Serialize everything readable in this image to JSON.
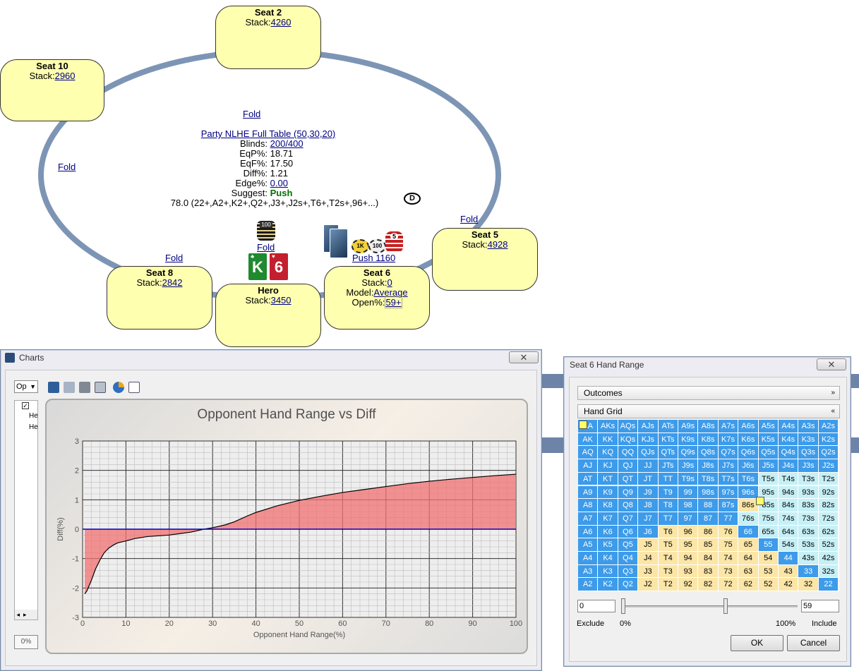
{
  "table": {
    "seats": [
      {
        "name": "Seat 2",
        "stack_label": "Stack:",
        "stack": "4260"
      },
      {
        "name": "Seat 10",
        "stack_label": "Stack:",
        "stack": "2960"
      },
      {
        "name": "Seat 5",
        "stack_label": "Stack:",
        "stack": "4928"
      },
      {
        "name": "Seat 8",
        "stack_label": "Stack:",
        "stack": "2842"
      },
      {
        "name": "Hero",
        "stack_label": "Stack:",
        "stack": "3450"
      },
      {
        "name": "Seat 6",
        "stack_label": "Stack:",
        "stack": "0",
        "model_label": "Model:",
        "model": "Average",
        "open_label": "Open%:",
        "open": "59+"
      }
    ],
    "actions": {
      "top": "Fold",
      "left": "Fold",
      "seat5": "Fold",
      "seat8": "Fold",
      "hero": "Fold",
      "seat6": "Push 1160"
    },
    "info": {
      "title": "Party NLHE Full Table (50,30,20)",
      "blinds_label": "Blinds:",
      "blinds": "200/400",
      "eqp_label": "EqP%:",
      "eqp": "18.71",
      "eqf_label": "EqF%:",
      "eqf": "17.50",
      "diff_label": "Diff%:",
      "diff": "1.21",
      "edge_label": "Edge%:",
      "edge": "0.00",
      "suggest_label": "Suggest:",
      "suggest": "Push",
      "range": "78.0 (22+,A2+,K2+,Q2+,J3+,J2s+,T6+,T2s+,96+...)"
    },
    "dealer": "D",
    "chips": {
      "hero": "100",
      "c1": "1K",
      "c2": "100",
      "c3": "5"
    },
    "hero_cards": [
      {
        "rank": "K",
        "suit": "♣"
      },
      {
        "rank": "6",
        "suit": "♥"
      }
    ],
    "colors": {
      "felt_rail": "#7d95b5",
      "seat_bg": "#ffffb0",
      "link": "#000080",
      "suggest": "#007000"
    }
  },
  "charts_window": {
    "title": "Charts",
    "close": "✕",
    "dropdown": "Op",
    "tree": [
      "",
      "He",
      "He"
    ],
    "pct": "0%",
    "toolbar": [
      "save-icon",
      "copy-icon",
      "print-icon",
      "preview-icon",
      "pie-icon",
      "list-icon"
    ]
  },
  "chart_data": {
    "type": "area",
    "title": "Opponent Hand Range vs Diff",
    "xlabel": "Opponent Hand Range(%)",
    "ylabel": "Diff(%)",
    "xlim": [
      0,
      100
    ],
    "ylim": [
      -3,
      3
    ],
    "xticks": [
      "0",
      "10",
      "20",
      "30",
      "40",
      "50",
      "60",
      "70",
      "80",
      "90",
      "100"
    ],
    "yticks": [
      "3",
      "2",
      "1",
      "0",
      "-1",
      "-2",
      "-3"
    ],
    "grid": true,
    "x": [
      0.5,
      1,
      2,
      3,
      4,
      5,
      6,
      7,
      8,
      10,
      12,
      15,
      18,
      20,
      25,
      28,
      30,
      33,
      35,
      38,
      40,
      45,
      50,
      55,
      60,
      65,
      70,
      75,
      80,
      85,
      90,
      95,
      100
    ],
    "y": [
      -2.2,
      -2.1,
      -1.75,
      -1.35,
      -1.05,
      -0.8,
      -0.65,
      -0.55,
      -0.47,
      -0.4,
      -0.32,
      -0.25,
      -0.22,
      -0.2,
      -0.1,
      0.0,
      0.05,
      0.15,
      0.25,
      0.45,
      0.57,
      0.8,
      0.98,
      1.12,
      1.25,
      1.35,
      1.45,
      1.55,
      1.63,
      1.7,
      1.76,
      1.82,
      1.87
    ],
    "colors": {
      "fill": "#f07070",
      "line": "#000000",
      "zero": "#0000c0"
    }
  },
  "range_window": {
    "title": "Seat 6 Hand Range",
    "close": "✕",
    "outcomes": "Outcomes",
    "grid_label": "Hand Grid",
    "exclude_value": "0",
    "include_value": "59",
    "exclude": "Exclude",
    "include": "Include",
    "min": "0%",
    "max": "100%",
    "ok": "OK",
    "cancel": "Cancel",
    "hands": [
      [
        "AA",
        "AKs",
        "AQs",
        "AJs",
        "ATs",
        "A9s",
        "A8s",
        "A7s",
        "A6s",
        "A5s",
        "A4s",
        "A3s",
        "A2s"
      ],
      [
        "AK",
        "KK",
        "KQs",
        "KJs",
        "KTs",
        "K9s",
        "K8s",
        "K7s",
        "K6s",
        "K5s",
        "K4s",
        "K3s",
        "K2s"
      ],
      [
        "AQ",
        "KQ",
        "QQ",
        "QJs",
        "QTs",
        "Q9s",
        "Q8s",
        "Q7s",
        "Q6s",
        "Q5s",
        "Q4s",
        "Q3s",
        "Q2s"
      ],
      [
        "AJ",
        "KJ",
        "QJ",
        "JJ",
        "JTs",
        "J9s",
        "J8s",
        "J7s",
        "J6s",
        "J5s",
        "J4s",
        "J3s",
        "J2s"
      ],
      [
        "AT",
        "KT",
        "QT",
        "JT",
        "TT",
        "T9s",
        "T8s",
        "T7s",
        "T6s",
        "T5s",
        "T4s",
        "T3s",
        "T2s"
      ],
      [
        "A9",
        "K9",
        "Q9",
        "J9",
        "T9",
        "99",
        "98s",
        "97s",
        "96s",
        "95s",
        "94s",
        "93s",
        "92s"
      ],
      [
        "A8",
        "K8",
        "Q8",
        "J8",
        "T8",
        "98",
        "88",
        "87s",
        "86s",
        "85s",
        "84s",
        "83s",
        "82s"
      ],
      [
        "A7",
        "K7",
        "Q7",
        "J7",
        "T7",
        "97",
        "87",
        "77",
        "76s",
        "75s",
        "74s",
        "73s",
        "72s"
      ],
      [
        "A6",
        "K6",
        "Q6",
        "J6",
        "T6",
        "96",
        "86",
        "76",
        "66",
        "65s",
        "64s",
        "63s",
        "62s"
      ],
      [
        "A5",
        "K5",
        "Q5",
        "J5",
        "T5",
        "95",
        "85",
        "75",
        "65",
        "55",
        "54s",
        "53s",
        "52s"
      ],
      [
        "A4",
        "K4",
        "Q4",
        "J4",
        "T4",
        "94",
        "84",
        "74",
        "64",
        "54",
        "44",
        "43s",
        "42s"
      ],
      [
        "A3",
        "K3",
        "Q3",
        "J3",
        "T3",
        "93",
        "83",
        "73",
        "63",
        "53",
        "43",
        "33",
        "32s"
      ],
      [
        "A2",
        "K2",
        "Q2",
        "J2",
        "T2",
        "92",
        "82",
        "72",
        "62",
        "52",
        "42",
        "32",
        "22"
      ]
    ],
    "colors": {
      "in": "#3d9bea",
      "suited_out": "#c6f0f6",
      "offsuit_out": "#fbe6a8"
    }
  }
}
